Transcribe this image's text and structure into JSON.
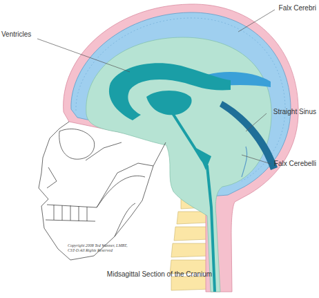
{
  "diagram": {
    "caption": "Midsagittal Section of the Cranium",
    "labels": [
      "Falx Cerebri",
      "Ventricles",
      "Straight Sinus",
      "Falx Cerebelli",
      "Copyright 2008 Ted Wanner, LMBT, CST-D All Rights Reserved"
    ]
  }
}
